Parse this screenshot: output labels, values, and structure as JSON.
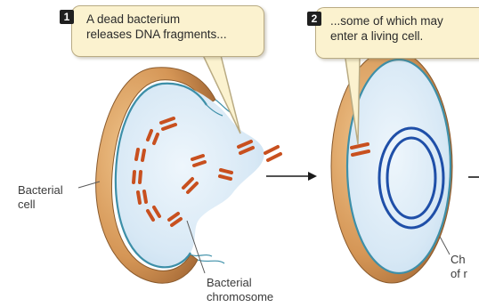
{
  "steps": [
    {
      "number": "1",
      "text": "A dead bacterium\nreleases DNA fragments..."
    },
    {
      "number": "2",
      "text": "...some of which may\nenter a living cell."
    }
  ],
  "labels": {
    "bacterial_cell": "Bacterial\ncell",
    "bacterial_chromosome": "Bacterial\nchromosome",
    "chromosome_partial": "Ch\nof r"
  },
  "colors": {
    "cell_wall_outer": "#c8874a",
    "cell_wall_inner": "#e8b87a",
    "cytoplasm": "#dcebf6",
    "membrane": "#3d8fa8",
    "dna_fragment": "#c8501f",
    "chromosome_ring": "#1f4fa8",
    "callout_fill": "#fbf2cf",
    "arrow": "#1a1a1a"
  }
}
